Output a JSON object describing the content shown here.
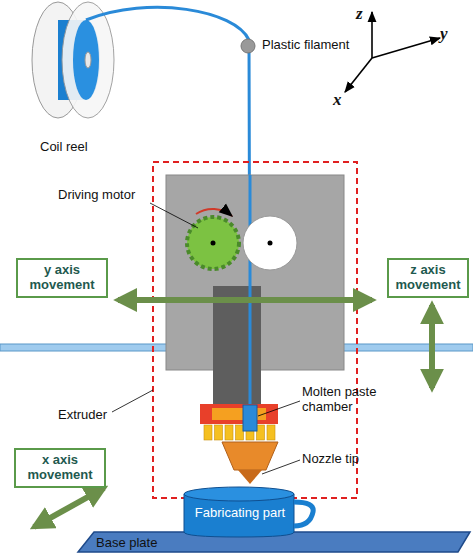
{
  "diagram": {
    "nodes": [
      {
        "text": [
          "y axis movement"
        ]
      },
      {
        "text": [
          "z axis movement"
        ]
      },
      {
        "text": [
          "x axis movement"
        ]
      },
      {
        "text": [
          "Fabricating part"
        ]
      }
    ],
    "labels": [
      "Plastic filament",
      "z",
      "y",
      "x",
      "Coil reel",
      "Driving motor",
      "Extruder",
      "Molten paste chamber",
      "Nozzle tip",
      "Base plate"
    ]
  }
}
